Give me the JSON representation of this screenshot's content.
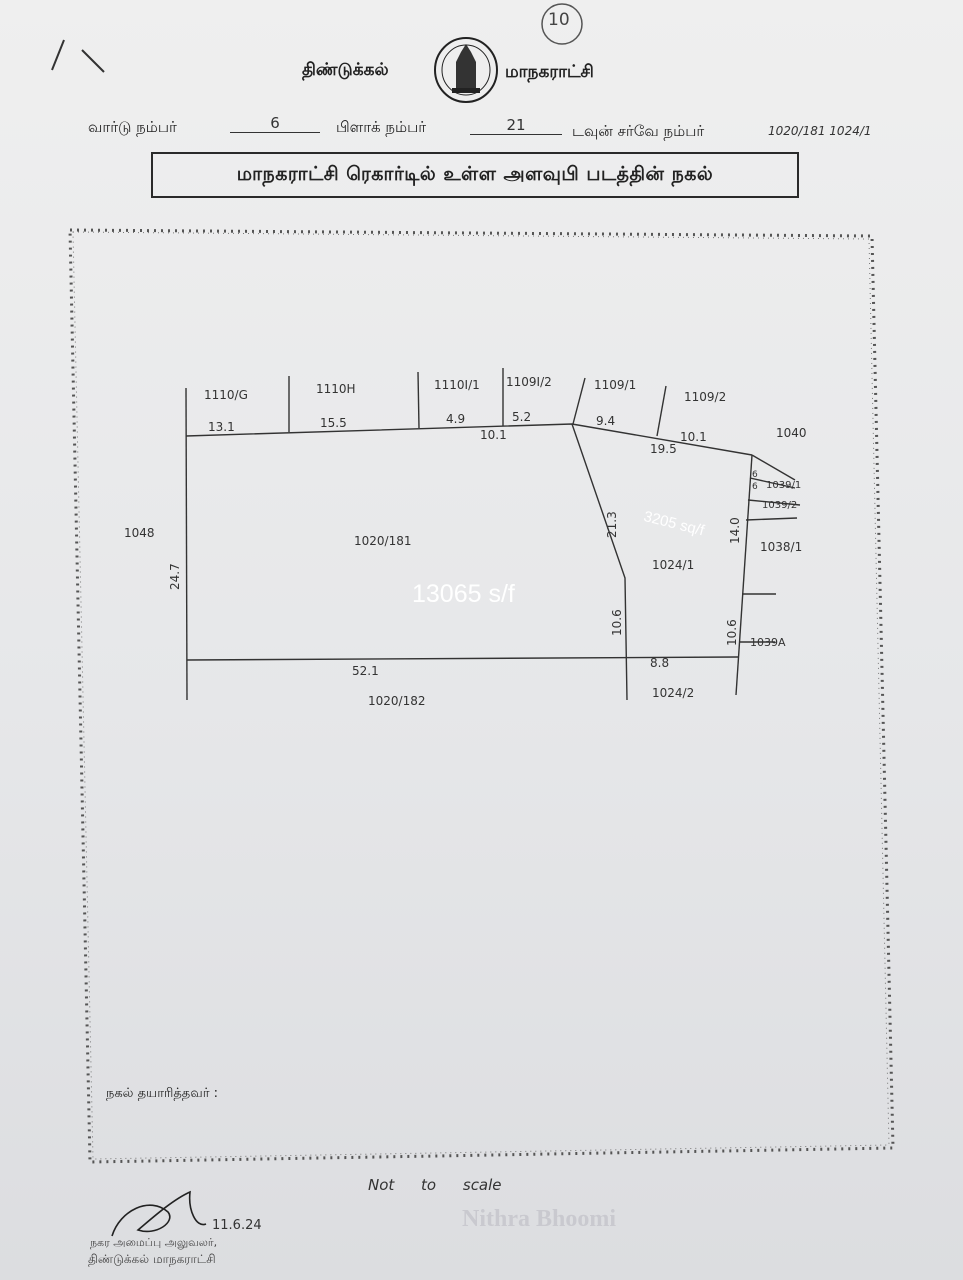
{
  "header": {
    "page_mark": "10",
    "municipality_left": "திண்டுக்கல்",
    "municipality_right": "மாநகராட்சி",
    "ward_label": "வார்டு நம்பர்",
    "ward_value": "6",
    "block_label": "பிளாக் நம்பர்",
    "block_value": "21",
    "survey_label": "டவுன் சர்வே நம்பர்",
    "survey_value": "1020/181 1024/1",
    "title": "மாநகராட்சி ரெகார்டில் உள்ள அளவுபி படத்தின் நகல்"
  },
  "sketch": {
    "top_plots": [
      "1110/G",
      "1110H",
      "1110I/1",
      "1109I/2",
      "1109/1",
      "1109/2"
    ],
    "top_dims": [
      "13.1",
      "15.5",
      "4.9",
      "5.2",
      "9.4",
      "10.1",
      "10.1",
      "19.5"
    ],
    "right_plots": [
      "1040",
      "1039/1",
      "1039/2",
      "1038/1",
      "1039A"
    ],
    "right_small_dims": [
      "6",
      "6"
    ],
    "left_plot": "1048",
    "main_plot": "1020/181",
    "side_plot": "1024/1",
    "bottom_plot_main": "1020/182",
    "bottom_plot_side": "1024/2",
    "dims": {
      "left": "24.7",
      "bottom": "52.1",
      "slant": "21.3",
      "inner_vertical": "10.6",
      "right_vertical": "10.6",
      "bottom_side": "8.8",
      "right_upper": "14.0"
    },
    "area_main": "13065 s/f",
    "area_side": "3205 sq/f"
  },
  "footer": {
    "prepared_by_label": "நகல் தயாரித்தவர் :",
    "scale_note": "Not to scale",
    "signature_date": "11.6.24",
    "signatory_line1": "நகர அமைப்பு அலுவலர்,",
    "signatory_line2": "திண்டுக்கல் மாநகராட்சி",
    "watermark": "Nithra Bhoomi"
  },
  "colors": {
    "paper": "#e9eaec",
    "ink": "#2b2b2b",
    "overlay_text": "#ffffff"
  }
}
